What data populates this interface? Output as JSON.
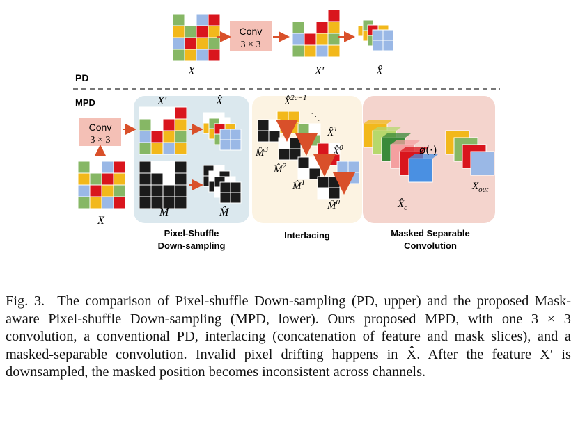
{
  "figure": {
    "pd_label": "PD",
    "mpd_label": "MPD",
    "conv_top": {
      "line1": "Conv",
      "line2": "3 × 3"
    },
    "conv_mpd": {
      "line1": "Conv",
      "line2": "3 × 3"
    },
    "labels": {
      "x_top": "X",
      "xprime_top": "X′",
      "xhat_top": "X̂",
      "x_mpd": "X",
      "xprime_mpd": "X′",
      "xhat_mpd": "X̂",
      "m": "M",
      "mhat": "M̂",
      "xhat_2c": "X̂",
      "xhat_2c_sup": "2c−1",
      "xhat_1": "X̂",
      "xhat_1_sup": "1",
      "xhat_0": "X̂",
      "xhat_0_sup": "0",
      "mhat_3": "M̂",
      "mhat_3_sup": "3",
      "mhat_2": "M̂",
      "mhat_2_sup": "2",
      "mhat_1": "M̂",
      "mhat_1_sup": "1",
      "mhat_0": "M̂",
      "mhat_0_sup": "0",
      "ellipsis": "⋱",
      "phi": "ø(·)",
      "xhat_c": "X̂",
      "xhat_c_sub": "c",
      "x_out": "X",
      "x_out_sub": "out"
    },
    "panels": {
      "pixel_shuffle": [
        "Pixel-Shuffle",
        "Down-sampling"
      ],
      "interlacing": [
        "Interlacing"
      ],
      "masked_sep": [
        "Masked Separable",
        "Convolution"
      ]
    },
    "colors": {
      "red": "#d9151d",
      "yellow": "#f2b81b",
      "green": "#86b765",
      "blue": "#9ab8e6",
      "panel_blue": "#dbe8ee",
      "panel_cream": "#fcf3e2",
      "panel_pink": "#f4d4cd",
      "conv_fill": "#f4c0b6",
      "arrow": "#d9502a"
    }
  },
  "caption": {
    "label": "Fig. 3.",
    "text": "The comparison of Pixel-shuffle Down-sampling (PD, upper) and the proposed Mask-aware Pixel-shuffle Down-sampling (MPD, lower). Ours proposed MPD, with one 3 × 3 convolution, a conventional PD, interlacing (concatenation of feature and mask slices), and a masked-separable convolution. Invalid pixel drifting happens in X̂. After the feature X′ is downsampled, the masked position becomes inconsistent across channels."
  }
}
